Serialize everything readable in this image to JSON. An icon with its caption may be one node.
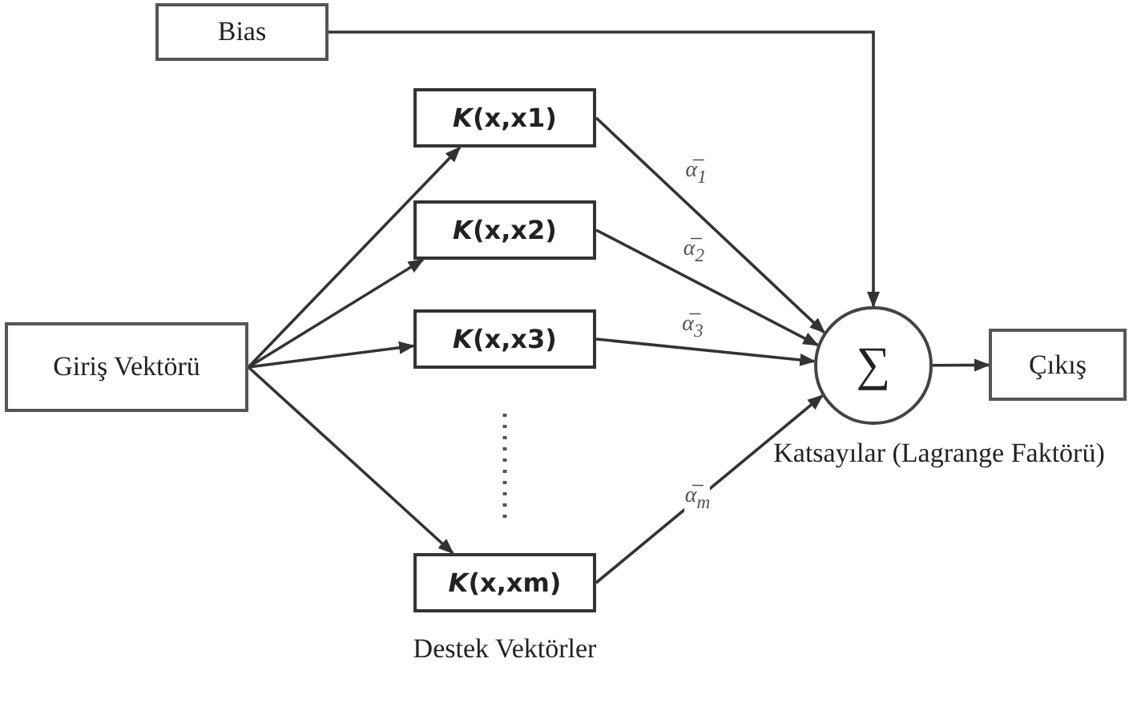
{
  "diagram": {
    "nodes": [
      {
        "text": [
          "Bias"
        ]
      },
      {
        "text": [
          "*K*(x,x1)"
        ]
      },
      {
        "text": [
          "*K*(x,x2)"
        ]
      },
      {
        "text": [
          "*K*(x,x3)"
        ]
      },
      {
        "text": [
          "*K*(x,xm)"
        ],
        "beside": [
          "Destek Vektörler"
        ]
      },
      {
        "text": [
          "Giriş Vektörü"
        ]
      },
      {
        "text": [
          "∑"
        ]
      },
      {
        "text": [
          "Çıkış"
        ]
      }
    ],
    "edges": [
      {
        "from": 0,
        "to": 6,
        "arrow": "to"
      },
      {
        "from": 5,
        "to": 1,
        "arrow": "to"
      },
      {
        "from": 5,
        "to": 2,
        "arrow": "to"
      },
      {
        "from": 5,
        "to": 3,
        "arrow": "to"
      },
      {
        "from": 5,
        "to": 4,
        "arrow": "to"
      },
      {
        "from": 1,
        "to": 6,
        "arrow": "to",
        "label": "α̅$_{1}$"
      },
      {
        "from": 2,
        "to": 6,
        "arrow": "to",
        "label": "α̅$_{2}$"
      },
      {
        "from": 3,
        "to": 6,
        "arrow": "to",
        "label": "α̅$_{3}$"
      },
      {
        "from": 4,
        "to": 6,
        "arrow": "to",
        "label": "α̅$_{m}$"
      },
      {
        "from": 6,
        "to": 7,
        "arrow": "to"
      }
    ],
    "labels": [
      "Katsayılar (Lagrange Faktörü)"
    ]
  }
}
